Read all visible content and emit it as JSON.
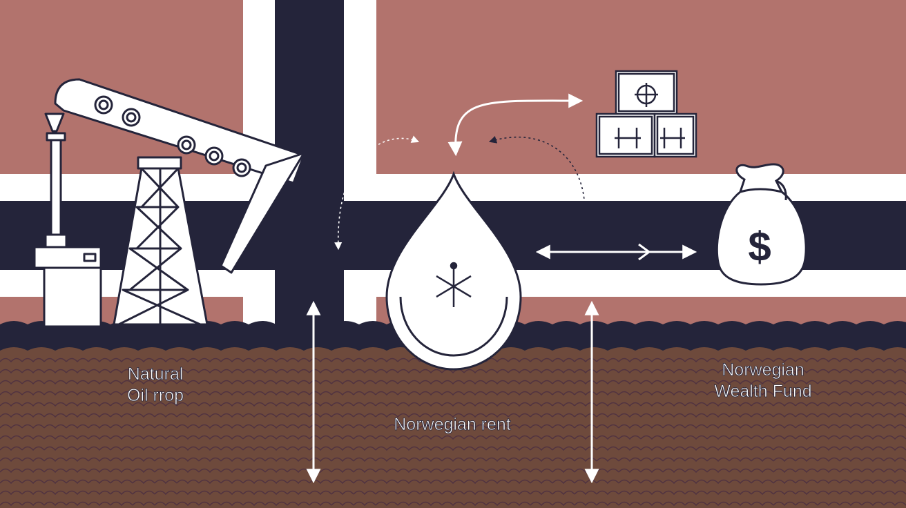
{
  "labels": {
    "oil_line1": "Natural",
    "oil_line2": "Oil rrop",
    "rent": "Norwegian rent",
    "fund_line1": "Norwegian",
    "fund_line2": "Wealth Fund"
  },
  "icons": {
    "fund_bag_symbol": "$"
  },
  "colors": {
    "flag_red": "#b2736d",
    "flag_white": "#ffffff",
    "flag_navy": "#24243a",
    "soil_brown": "#6e4a3c",
    "line_navy": "#24243a"
  }
}
